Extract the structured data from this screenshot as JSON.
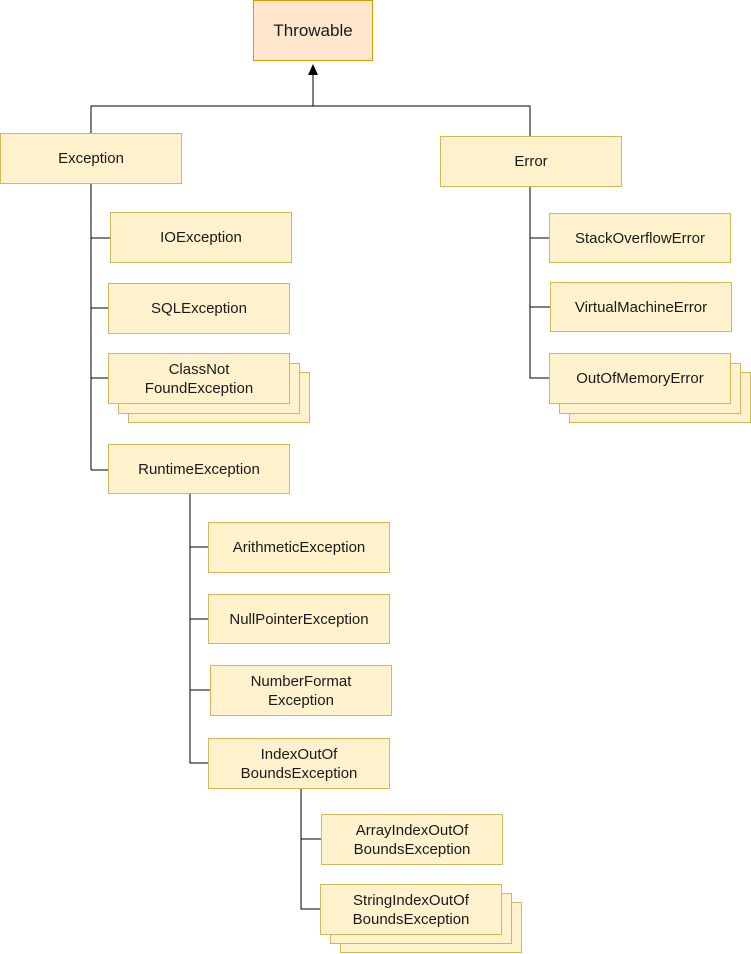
{
  "diagram": {
    "root": "Throwable",
    "exception": "Exception",
    "error": "Error",
    "io": "IOException",
    "sql": "SQLException",
    "classnotfound": "ClassNot\nFoundException",
    "runtime": "RuntimeException",
    "arithmetic": "ArithmeticException",
    "nullpointer": "NullPointerException",
    "numberformat": "NumberFormat\nException",
    "indexoutofbounds": "IndexOutOf\nBoundsException",
    "arrayindex": "ArrayIndexOutOf\nBoundsException",
    "stringindex": "StringIndexOutOf\nBoundsException",
    "stackoverflow": "StackOverflowError",
    "virtualmachine": "VirtualMachineError",
    "outofmemory": "OutOfMemoryError"
  },
  "colors": {
    "node_fill": "#fff2cc",
    "node_border": "#d6b656",
    "root_fill": "#ffe6cc",
    "root_border": "#d79b00",
    "connector": "#000000"
  }
}
